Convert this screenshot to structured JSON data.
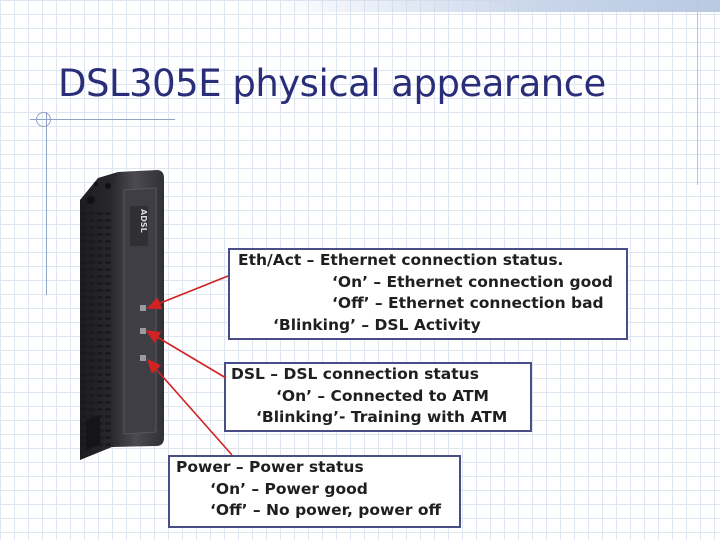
{
  "slide": {
    "title": "DSL305E physical appearance"
  },
  "device": {
    "label": "ADSL"
  },
  "callouts": {
    "eth": {
      "lines": [
        "Eth/Act – Ethernet connection status.",
        "‘On’ – Ethernet connection good",
        "‘Off’ – Ethernet connection bad",
        "‘Blinking’ – DSL Activity"
      ]
    },
    "dsl": {
      "lines": [
        "DSL – DSL connection status",
        "‘On’ – Connected to ATM",
        "‘Blinking’- Training with ATM"
      ]
    },
    "power": {
      "lines": [
        "Power – Power status",
        "‘On’ – Power good",
        "‘Off’ – No power, power off"
      ]
    }
  },
  "colors": {
    "title": "#2a2e78",
    "arrow": "#d22222",
    "box_border": "#4a4e86"
  }
}
